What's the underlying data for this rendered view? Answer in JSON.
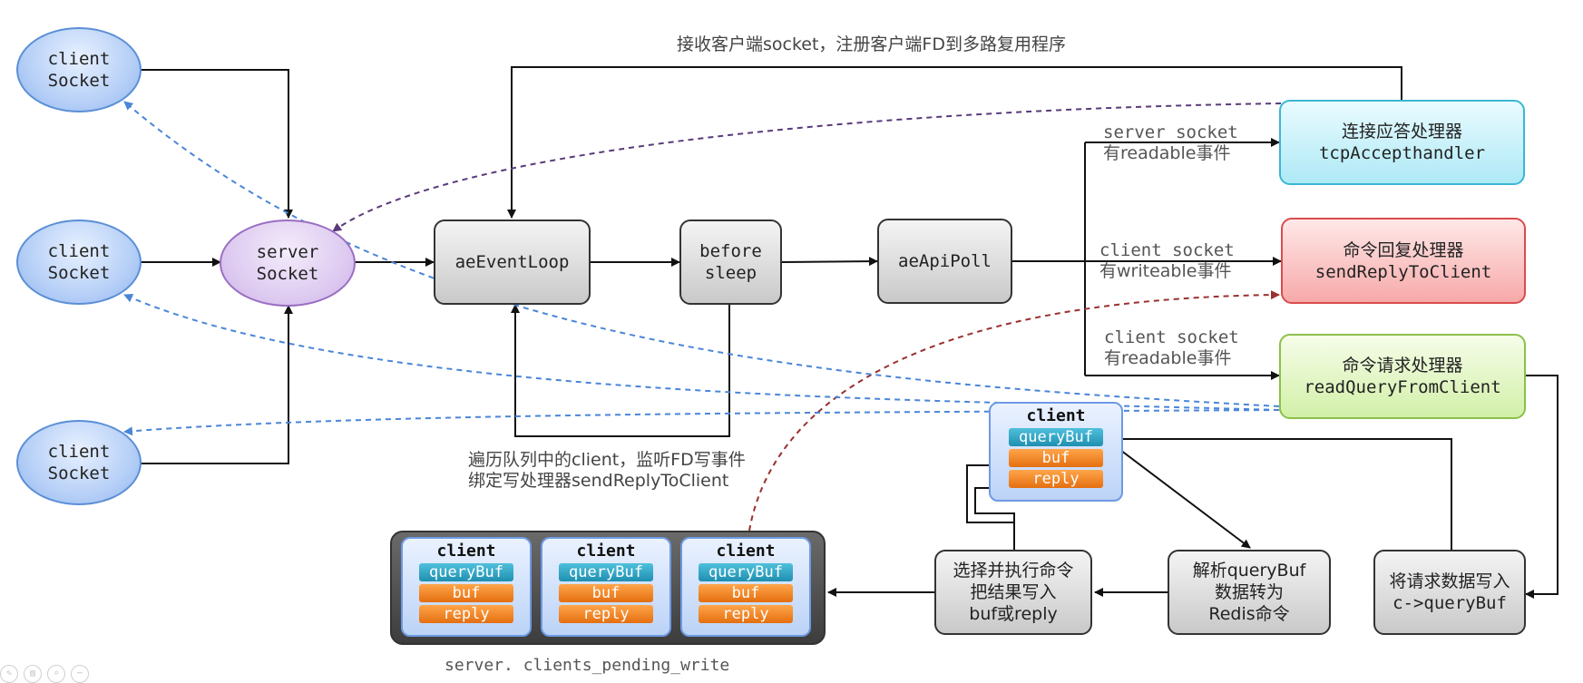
{
  "client_sockets": [
    {
      "line1": "client",
      "line2": "Socket"
    },
    {
      "line1": "client",
      "line2": "Socket"
    },
    {
      "line1": "client",
      "line2": "Socket"
    }
  ],
  "server_socket": {
    "line1": "server",
    "line2": "Socket"
  },
  "ae_event_loop": "aeEventLoop",
  "before_sleep": {
    "line1": "before",
    "line2": "sleep"
  },
  "ae_api_poll": "aeApiPoll",
  "handlers": {
    "accept": {
      "title": "连接应答处理器",
      "fn": "tcpAccepthandler"
    },
    "reply": {
      "title": "命令回复处理器",
      "fn": "sendReplyToClient"
    },
    "request": {
      "title": "命令请求处理器",
      "fn": "readQueryFromClient"
    }
  },
  "event_labels": {
    "server_readable": {
      "line1": "server socket",
      "line2": "有readable事件"
    },
    "client_writeable": {
      "line1": "client socket",
      "line2": "有writeable事件"
    },
    "client_readable": {
      "line1": "client socket",
      "line2": "有readable事件"
    }
  },
  "top_note": "接收客户端socket，注册客户端FD到多路复用程序",
  "loop_note": {
    "line1": "遍历队列中的client，监听FD写事件",
    "line2": "绑定写处理器sendReplyToClient"
  },
  "client_struct": {
    "title": "client",
    "query": "queryBuf",
    "buf": "buf",
    "reply": "reply"
  },
  "pending_clients": [
    {
      "title": "client",
      "query": "queryBuf",
      "buf": "buf",
      "reply": "reply"
    },
    {
      "title": "client",
      "query": "queryBuf",
      "buf": "buf",
      "reply": "reply"
    },
    {
      "title": "client",
      "query": "queryBuf",
      "buf": "buf",
      "reply": "reply"
    }
  ],
  "pending_label": "server. clients_pending_write",
  "steps": {
    "write_query": {
      "line1": "将请求数据写入",
      "line2": "c->queryBuf"
    },
    "parse": {
      "line1": "解析queryBuf",
      "line2": "数据转为",
      "line3": "Redis命令"
    },
    "execute": {
      "line1": "选择并执行命令",
      "line2": "把结果写入",
      "line3": "buf或reply"
    }
  },
  "colors": {
    "client_socket": "#b7d0f7",
    "server_socket": "#ddc9f0",
    "accept_handler": "#aee9f6",
    "reply_handler": "#f7a9a9",
    "request_handler": "#d2f0a8",
    "query_buf": "#2ba3c4",
    "buf": "#f08a2a",
    "dashed_blue": "#4a86d8",
    "dashed_purple": "#5a3a7a",
    "dashed_red": "#9a3030"
  },
  "toolbar_icons": [
    "edit-icon",
    "save-icon",
    "zoom-icon",
    "more-icon"
  ]
}
